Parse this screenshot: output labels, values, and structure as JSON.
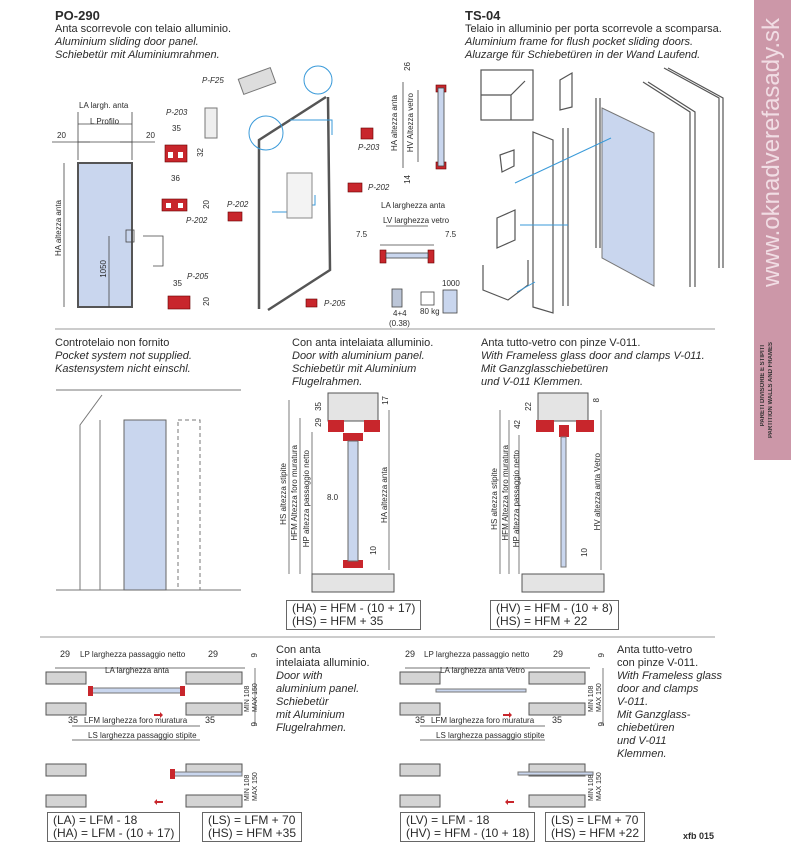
{
  "sidebar": {
    "website": "www.oknadverefasady.sk",
    "category_it": "PARETI DIVISORIE E STIPITI",
    "category_en": "PARTITION WALLS AND FRAMES",
    "color": "#cc97a8"
  },
  "po290": {
    "code": "PO-290",
    "line_it": "Anta scorrevole con telaio alluminio.",
    "line_en": "Aluminium sliding door panel.",
    "line_de": "Schiebetür mit Aluminiumrahmen.",
    "dims": {
      "la": "LA largh. anta",
      "lprof": "L Profilo",
      "d20a": "20",
      "d20b": "20",
      "ha": "HA altezza anta",
      "h1050": "1050",
      "d35a": "35",
      "d32": "32",
      "d36": "36",
      "d20c": "20",
      "d35b": "35",
      "d20d": "20"
    },
    "parts": {
      "pf25": "P-F25",
      "p203a": "P-203",
      "p203b": "P-203",
      "p202a": "P-202",
      "p202b": "P-202",
      "p202c": "P-202",
      "p205a": "P-205",
      "p205b": "P-205"
    },
    "section": {
      "d26": "26",
      "d14": "14",
      "ha": "HA altezza anta",
      "hv": "HV Altezza vetro",
      "la": "LA larghezza anta",
      "lv": "LV larghezza vetro",
      "d75a": "7.5",
      "d75b": "7.5"
    },
    "specs": {
      "glass": "4+4",
      "glass2": "(0.38)",
      "weight": "80 kg",
      "width": "1000"
    }
  },
  "ts04": {
    "code": "TS-04",
    "line_it": "Telaio in alluminio per porta scorrevole a scomparsa.",
    "line_en": "Aluminium frame for flush pocket sliding doors.",
    "line_de": "Aluzarge für Schiebetüren in der Wand Laufend."
  },
  "mid": {
    "pocket": {
      "it": "Controtelaio non fornito",
      "en": "Pocket system not supplied.",
      "de": "Kastensystem nicht einschl."
    },
    "alu": {
      "it": "Con anta intelaiata alluminio.",
      "en": "Door with aluminium panel.",
      "de1": "Schiebetür mit Aluminium",
      "de2": "Flugelrahmen.",
      "dims": {
        "hs": "HS altezza stipite",
        "hfm": "HFM Altezza foro muratura",
        "hp": "HP altezza passaggio netto",
        "ha": "HA altezza anta",
        "d35": "35",
        "d29": "29",
        "d17": "17",
        "d8": "8.0",
        "d10": "10"
      },
      "f1": "(HA) = HFM - (10 + 17)",
      "f2": "(HS) = HFM + 35"
    },
    "glass": {
      "it": "Anta tutto-vetro con pinze V-011.",
      "en": "With Frameless glass door and clamps V-011.",
      "de1": "Mit Ganzglasschiebetüren",
      "de2": "und V-011 Klemmen.",
      "dims": {
        "hs": "HS altezza stipite",
        "hfm": "HFM Altezza foro muratura",
        "hp": "HP altezza passaggio netto",
        "hv": "HV altezza  anta Vetro",
        "d22": "22",
        "d42": "42",
        "d8": "8",
        "d10": "10"
      },
      "f1": "(HV) = HFM - (10 + 8)",
      "f2": "(HS) = HFM + 22"
    }
  },
  "bottom": {
    "left": {
      "d29a": "29",
      "d29b": "29",
      "lp": "LP larghezza passaggio netto",
      "la": "LA larghezza anta",
      "lfm": "LFM larghezza foro muratura",
      "ls": "LS larghezza passaggio stipite",
      "d35a": "35",
      "d35b": "35",
      "d9a": "9",
      "d9b": "9",
      "minmax": "MIN 108 MAX 150",
      "minmax2": "MIN 108 MAX 150",
      "text": [
        "Con anta",
        "intelaiata alluminio.",
        "Door with",
        "aluminium panel.",
        "Schiebetür",
        "mit Aluminium",
        "Flugelrahmen."
      ],
      "f1": "(LA) = LFM - 18",
      "f2": "(HA) = LFM - (10 + 17)",
      "f3": "(LS) = LFM + 70",
      "f4": "(HS) = HFM +35"
    },
    "right": {
      "d29a": "29",
      "d29b": "29",
      "lp": "LP larghezza passaggio netto",
      "la": "LA larghezza anta Vetro",
      "lfm": "LFM larghezza foro muratura",
      "ls": "LS larghezza passaggio stipite",
      "d35a": "35",
      "d35b": "35",
      "d9a": "9",
      "d9b": "9",
      "minmax": "MIN 108 MAX 150",
      "minmax2": "MIN 108 MAX 150",
      "text": [
        "Anta tutto-vetro",
        "con pinze V-011.",
        "With Frameless glass",
        "door and clamps",
        "V-011.",
        "Mit Ganzglass-",
        "chiebetüren",
        "und V-011",
        "Klemmen."
      ],
      "f1": "(LV) = LFM - 18",
      "f2": "(HV) = HFM - (10 + 18)",
      "f3": "(LS) = LFM + 70",
      "f4": "(HS) = HFM +22"
    },
    "page_code": "xfb 015"
  },
  "colors": {
    "glass": "#c9d6ee",
    "profile": "#c8262c",
    "line": "#555555",
    "accent": "#3a9ad9"
  }
}
